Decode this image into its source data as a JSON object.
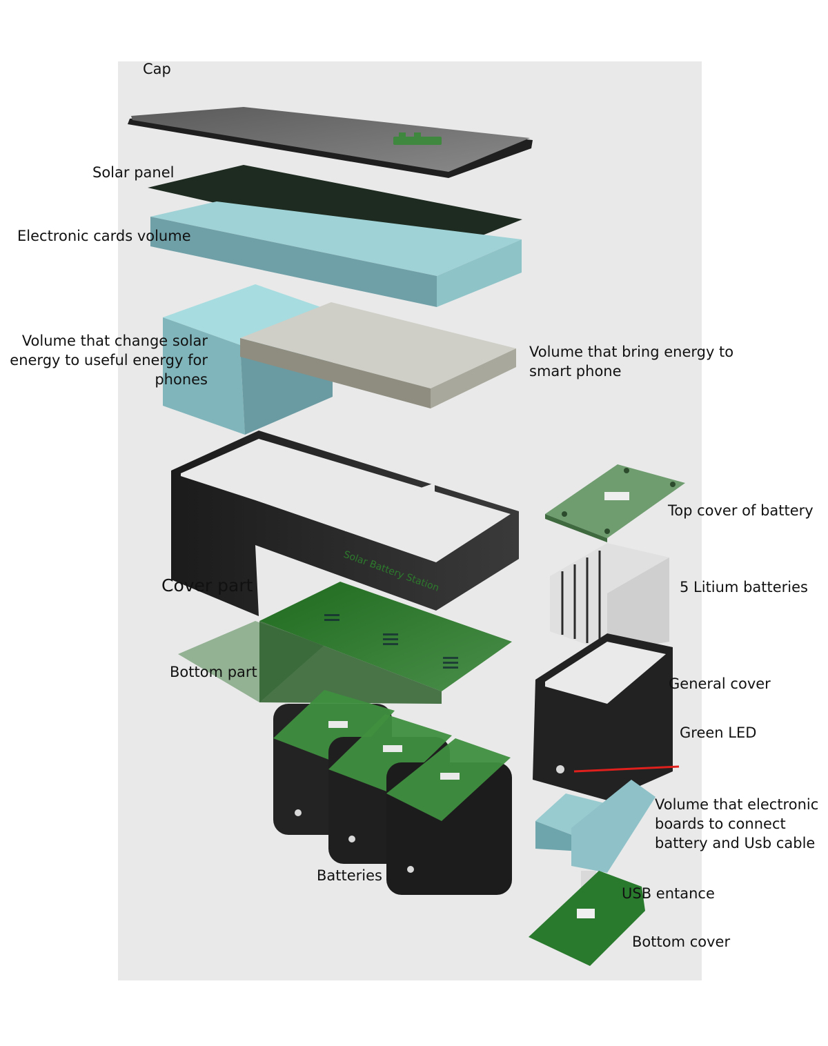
{
  "labels": {
    "cap": "Cap",
    "solar_panel": "Solar panel",
    "electronic_cards": "Electronic  cards volume",
    "converter_l1": "Volume that  change solar",
    "converter_l2": "energy to useful  energy for",
    "converter_l3": "phones",
    "phone_l1": "Volume that bring energy to",
    "phone_l2": "smart phone",
    "top_cover_battery": "Top cover of battery",
    "cover_part": "Cover part",
    "litium_batteries": "5 Litium batteries",
    "bottom_part": "Bottom part",
    "general_cover": "General cover",
    "green_led": "Green LED",
    "boards_l1": "Volume that electronic",
    "boards_l2": "boards to connect",
    "boards_l3": "battery and Usb cable",
    "batteries": "Batteries",
    "usb_entrance": "USB entance",
    "bottom_cover": "Bottom cover"
  },
  "brand_text": "Solar Battery Station",
  "colors": {
    "backdrop": "#e9e9e9",
    "cap": "#6e6e6e",
    "solar_panel": "#1d2a1f",
    "cyan_volume": "#8fc6cb",
    "gray_volume": "#c9c8c0",
    "black_shell": "#262626",
    "green_pcb": "#2f7a2f",
    "pale_pcb": "#8ab48a",
    "battery_cells": "#dedede",
    "led_pointer": "#e0201c"
  }
}
